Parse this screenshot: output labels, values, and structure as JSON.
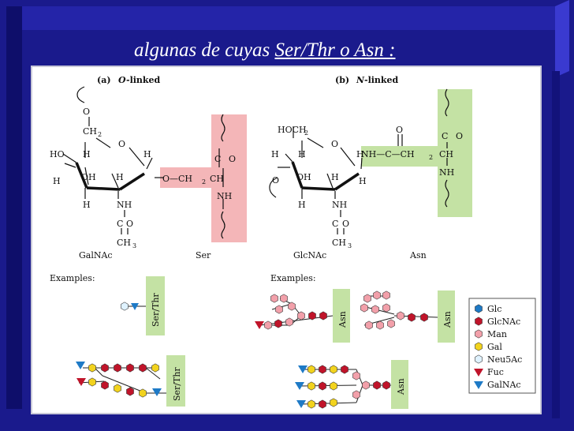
{
  "slide": {
    "title_prefix": "algunas de cuyas",
    "title_underlined": "Ser/Thr o Asn :",
    "colors": {
      "background": "#1a1a8c",
      "ser_box": "#f4b6b8",
      "asn_box": "#c4e2a4",
      "glc": "#1e7ac6",
      "glcnac": "#c0142a",
      "man": "#f2a0aa",
      "gal": "#f2d31e",
      "neu5ac": "#dff2ff",
      "fuc": "#c0142a",
      "galnac": "#1e7ac6"
    }
  },
  "panel_a": {
    "label": "(a)",
    "label_emph": "O",
    "label_rest": "-linked",
    "atoms": {
      "o_top": "O",
      "ch2": "CH",
      "sub2": "2",
      "ho": "HO",
      "h": "H",
      "oh": "OH",
      "nh": "NH",
      "c_eq_o": "C",
      "eq_o": "O",
      "ch3": "CH",
      "sub3": "3",
      "o_ch2_ch": "O—CH",
      "ch": "CH"
    },
    "sugar_name": "GalNAc",
    "residue_name": "Ser",
    "examples_label": "Examples:",
    "ser_thr_label": "Ser/Thr"
  },
  "panel_b": {
    "label": "(b)",
    "label_emph": "N",
    "label_rest": "-linked",
    "atoms": {
      "hoch2": "HOCH",
      "sub2": "2",
      "o": "O",
      "h": "H",
      "oh": "OH",
      "nh": "NH",
      "nh_c": "NH—C—CH",
      "ch": "CH",
      "c_eq_o": "C",
      "ch3": "CH",
      "sub3": "3"
    },
    "sugar_name": "GlcNAc",
    "residue_name": "Asn",
    "examples_label": "Examples:",
    "asn_label": "Asn"
  },
  "legend": [
    {
      "name": "Glc",
      "shape": "hexagon",
      "color": "#1e7ac6"
    },
    {
      "name": "GlcNAc",
      "shape": "hexagon",
      "color": "#c0142a"
    },
    {
      "name": "Man",
      "shape": "hexagon",
      "color": "#f2a0aa"
    },
    {
      "name": "Gal",
      "shape": "hexagon",
      "color": "#f2d31e"
    },
    {
      "name": "Neu5Ac",
      "shape": "hexagon",
      "color": "#dff2ff"
    },
    {
      "name": "Fuc",
      "shape": "triangle-down",
      "color": "#c0142a"
    },
    {
      "name": "GalNAc",
      "shape": "triangle-down",
      "color": "#1e7ac6"
    }
  ]
}
